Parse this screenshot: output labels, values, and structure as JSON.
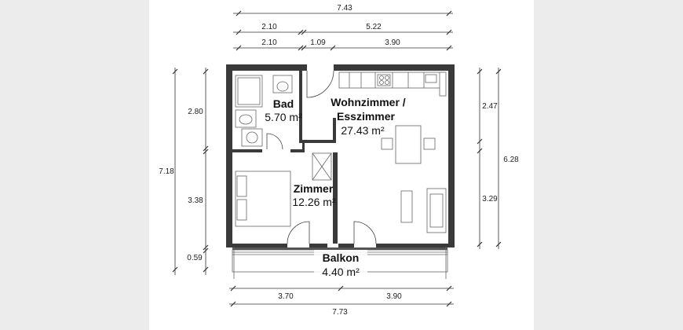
{
  "rooms": {
    "bad": {
      "name": "Bad",
      "area": "5.70 m²"
    },
    "wohnen": {
      "name_line1": "Wohnzimmer /",
      "name_line2": "Esszimmer",
      "area": "27.43 m²"
    },
    "zimmer": {
      "name": "Zimmer",
      "area": "12.26 m²"
    },
    "balkon": {
      "name": "Balkon",
      "area": "4.40 m²"
    }
  },
  "dimensions": {
    "top_total": "7.43",
    "top_row2_left": "2.10",
    "top_row2_right": "5.22",
    "top_row3_a": "2.10",
    "top_row3_b": "1.09",
    "top_row3_c": "3.90",
    "left_total": "7.18",
    "left_a": "2.80",
    "left_b": "3.38",
    "left_c": "0.59",
    "right_a": "2.47",
    "right_b": "3.29",
    "right_total": "6.28",
    "bottom_a": "3.70",
    "bottom_b": "3.90",
    "bottom_total": "7.73"
  }
}
